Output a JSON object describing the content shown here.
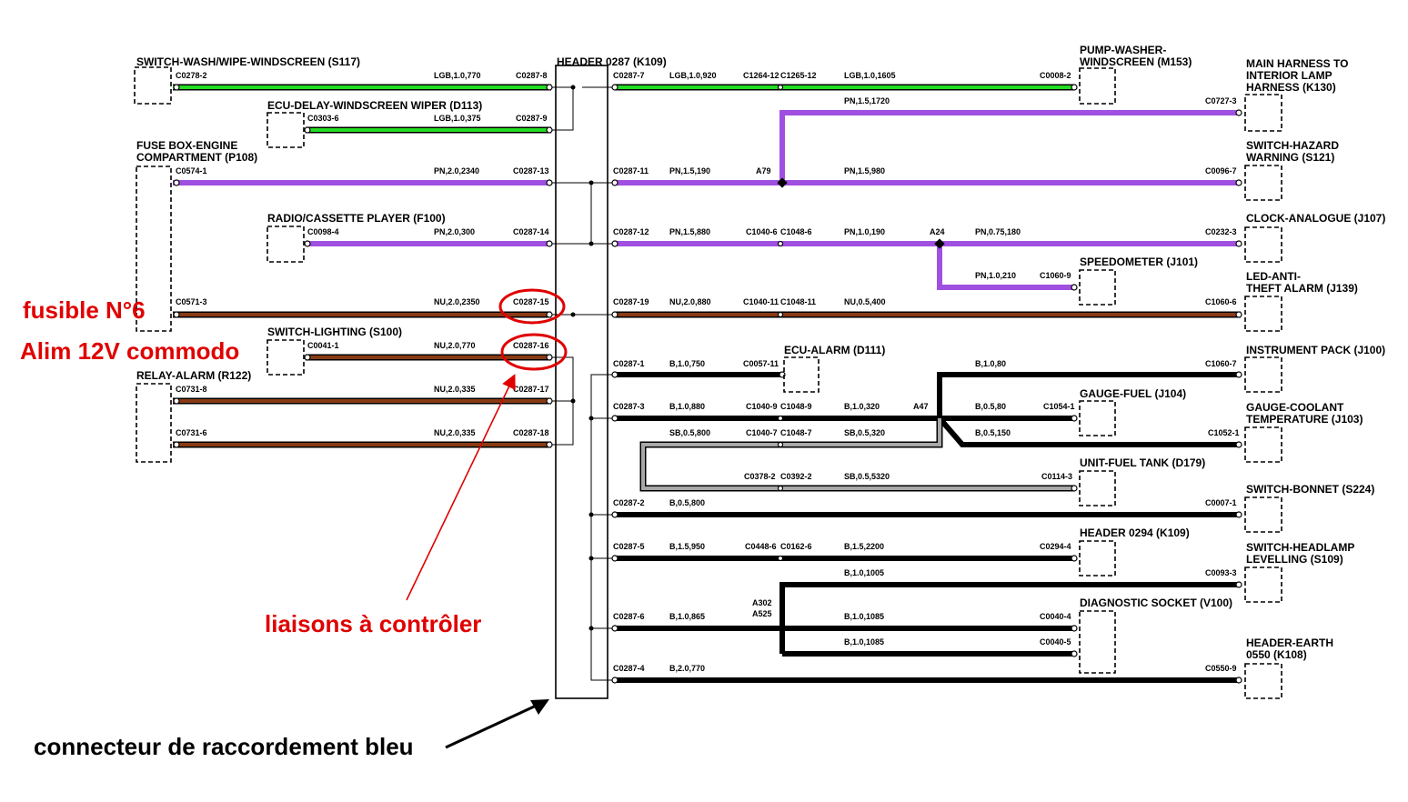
{
  "header": {
    "title": "HEADER 0287 (K109)"
  },
  "components": {
    "s117": "SWITCH-WASH/WIPE-WINDSCREEN (S117)",
    "d113": "ECU-DELAY-WINDSCREEN WIPER (D113)",
    "p108_l1": "FUSE BOX-ENGINE",
    "p108_l2": "COMPARTMENT (P108)",
    "f100": "RADIO/CASSETTE PLAYER (F100)",
    "s100": "SWITCH-LIGHTING (S100)",
    "r122": "RELAY-ALARM (R122)",
    "m153_l1": "PUMP-WASHER-",
    "m153_l2": "WINDSCREEN (M153)",
    "k130_l1": "MAIN HARNESS TO",
    "k130_l2": "INTERIOR LAMP",
    "k130_l3": "HARNESS (K130)",
    "s121_l1": "SWITCH-HAZARD",
    "s121_l2": "WARNING (S121)",
    "j107": "CLOCK-ANALOGUE (J107)",
    "j101": "SPEEDOMETER (J101)",
    "j139_l1": "LED-ANTI-",
    "j139_l2": "THEFT ALARM (J139)",
    "d111": "ECU-ALARM (D111)",
    "j100": "INSTRUMENT PACK (J100)",
    "j104": "GAUGE-FUEL (J104)",
    "j103_l1": "GAUGE-COOLANT",
    "j103_l2": "TEMPERATURE (J103)",
    "d179": "UNIT-FUEL TANK (D179)",
    "s224": "SWITCH-BONNET (S224)",
    "k109b": "HEADER 0294 (K109)",
    "s109_l1": "SWITCH-HEADLAMP",
    "s109_l2": "LEVELLING (S109)",
    "v100": "DIAGNOSTIC SOCKET (V100)",
    "k108_l1": "HEADER-EARTH",
    "k108_l2": "0550 (K108)"
  },
  "connectors": {
    "c0278_2": "C0278-2",
    "c0287_8": "C0287-8",
    "c0303_6": "C0303-6",
    "c0287_9": "C0287-9",
    "c0574_1": "C0574-1",
    "c0287_13": "C0287-13",
    "c0098_4": "C0098-4",
    "c0287_14": "C0287-14",
    "c0571_3": "C0571-3",
    "c0287_15": "C0287-15",
    "c0041_1": "C0041-1",
    "c0287_16": "C0287-16",
    "c0731_8": "C0731-8",
    "c0287_17": "C0287-17",
    "c0731_6": "C0731-6",
    "c0287_18": "C0287-18",
    "c0287_7": "C0287-7",
    "c1264_12": "C1264-12",
    "c1265_12": "C1265-12",
    "c0008_2": "C0008-2",
    "c0727_3": "C0727-3",
    "c0287_11": "C0287-11",
    "a79": "A79",
    "c0096_7": "C0096-7",
    "c0287_12": "C0287-12",
    "c1040_6": "C1040-6",
    "c1048_6": "C1048-6",
    "a24": "A24",
    "c0232_3": "C0232-3",
    "c1060_9": "C1060-9",
    "c0287_19": "C0287-19",
    "c1040_11": "C1040-11",
    "c1048_11": "C1048-11",
    "c1060_6": "C1060-6",
    "c0287_1": "C0287-1",
    "c0057_11": "C0057-11",
    "c1060_7": "C1060-7",
    "c0287_3": "C0287-3",
    "c1040_9": "C1040-9",
    "c1048_9": "C1048-9",
    "a47": "A47",
    "c1054_1": "C1054-1",
    "c1052_1": "C1052-1",
    "c1040_7": "C1040-7",
    "c1048_7": "C1048-7",
    "c0378_2": "C0378-2",
    "c0392_2": "C0392-2",
    "c0114_3": "C0114-3",
    "c0287_2": "C0287-2",
    "c0007_1": "C0007-1",
    "c0287_5": "C0287-5",
    "c0448_6": "C0448-6",
    "c0162_6": "C0162-6",
    "c0294_4": "C0294-4",
    "c0093_3": "C0093-3",
    "a302": "A302",
    "a525": "A525",
    "c0287_6": "C0287-6",
    "c0040_4": "C0040-4",
    "c0040_5": "C0040-5",
    "c0287_4": "C0287-4",
    "c0550_9": "C0550-9"
  },
  "wires": {
    "w_s117": "LGB,1.0,770",
    "w_d113": "LGB,1.0,375",
    "w_p108": "PN,2.0,2340",
    "w_f100": "PN,2.0,300",
    "w_fuse": "NU,2.0,2350",
    "w_s100": "NU,2.0,770",
    "w_r122a": "NU,2.0,335",
    "w_r122b": "NU,2.0,335",
    "w_r7a": "LGB,1.0,920",
    "w_r7b": "LGB,1.0,1605",
    "w_k130": "PN,1.5,1720",
    "w_r11a": "PN,1.5,190",
    "w_r11b": "PN,1.5,980",
    "w_r12a": "PN,1.5,880",
    "w_r12b": "PN,1.0,190",
    "w_r12c": "PN,0.75,180",
    "w_spd": "PN,1.0,210",
    "w_r19a": "NU,2.0,880",
    "w_r19b": "NU,0.5,400",
    "w_r1a": "B,1.0,750",
    "w_r1b": "B,1.0,80",
    "w_r3a": "B,1.0,880",
    "w_r3b": "B,1.0,320",
    "w_r3c": "B,0.5,80",
    "w_r3d": "B,0.5,150",
    "w_sba": "SB,0.5,800",
    "w_sbb": "SB,0.5,320",
    "w_sbc": "SB,0.5,5320",
    "w_r2": "B,0.5,800",
    "w_r5a": "B,1.5,950",
    "w_r5b": "B,1.5,2200",
    "w_r5c": "B,1.0,1005",
    "w_r6a": "B,1.0,865",
    "w_r6b": "B,1.0,1085",
    "w_r6c": "B,1.0,1085",
    "w_r4": "B,2.0,770"
  },
  "annotations": {
    "fuse": "fusible N°6",
    "supply": "Alim 12V commodo",
    "links": "liaisons à contrôler",
    "connector": "connecteur de raccordement bleu"
  },
  "colors": {
    "green": "#22dd22",
    "purple": "#a050e0",
    "brown": "#8a3a12",
    "black": "#000000",
    "grey": "#a8a8a8",
    "red": "#e00000"
  }
}
